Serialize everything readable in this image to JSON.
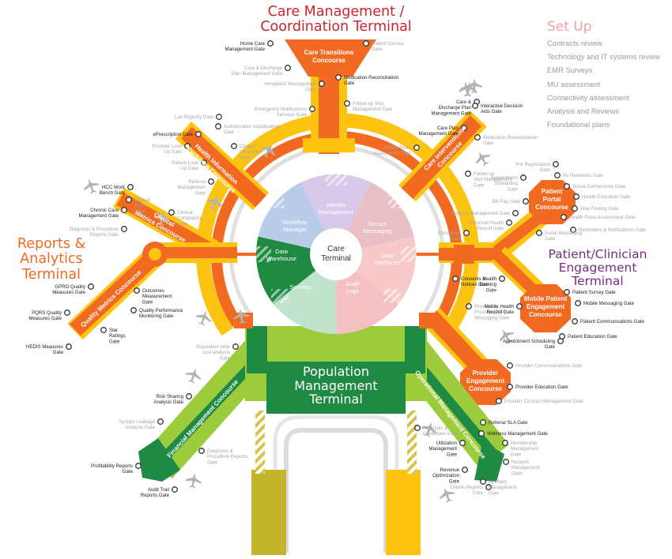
{
  "terminals": {
    "care_management": "Care Management / Coordination Terminal",
    "reports": "Reports & Analytics Terminal",
    "patient": "Patient/Clinician Engagement Terminal",
    "population": "Population Management Terminal",
    "care": "Care Terminal"
  },
  "setup": {
    "title": "Set Up",
    "items": [
      "Contracts review",
      "Technology and IT systems review",
      "EMR Surveys",
      "MU assessment",
      "Connectivity assessment",
      "Analysis and Reviews",
      "Foundational plans"
    ]
  },
  "wheel": [
    "Identity Management",
    "Secure Messaging",
    "Data Interfaces",
    "Audit Logs",
    "Security",
    "Data Warehouse",
    "Workflow Manager"
  ],
  "concourses": {
    "care_transitions": "Care Transitions Concourse",
    "hie": "Health Information Exchange Concourse",
    "clinical_metrics": "Clinical Metrics Concourse",
    "quality_metrics": "Quality Metrics Concourse",
    "care_interventions": "Care Interventions Concourse",
    "patient_portal": "Patient Portal Concourse",
    "mobile_patient": "Mobile Patient Engagement Concourse",
    "provider_engagement": "Provider Engagement Concourse",
    "financial": "Financial Management Concourse",
    "operational": "Operational Management Concourse"
  },
  "gates": [
    {
      "t": "Home Care Management Gate",
      "dark": true
    },
    {
      "t": "Patient Census Gate",
      "dark": false
    },
    {
      "t": "Care & Discharge Plan Management Gate",
      "dark": false
    },
    {
      "t": "Medication Reconciliation Gate",
      "dark": true
    },
    {
      "t": "Hospitalist Management Gate",
      "dark": false
    },
    {
      "t": "Emergency Notifications Services Gate",
      "dark": false
    },
    {
      "t": "Follow up Visit Management Gate",
      "dark": false
    },
    {
      "t": "Lab Registry Gate",
      "dark": false
    },
    {
      "t": "Authorization Adjudication Gate",
      "dark": false
    },
    {
      "t": "ePrescription Gate",
      "dark": true
    },
    {
      "t": "Provider Look Up Gate",
      "dark": false
    },
    {
      "t": "Patient Look Up Gate",
      "dark": false
    },
    {
      "t": "Clinical Integration Gate",
      "dark": false
    },
    {
      "t": "Referral Management Gate",
      "dark": false
    },
    {
      "t": "HCC Work Bench Gate",
      "dark": true
    },
    {
      "t": "Clinical Alerts Gate",
      "dark": false
    },
    {
      "t": "Chronic Care Management Gate",
      "dark": true
    },
    {
      "t": "Diagnosis & Procedure Reports Gate",
      "dark": false
    },
    {
      "t": "Clinical Compliance Gate",
      "dark": false
    },
    {
      "t": "GPRO Quality Measures Gate",
      "dark": true
    },
    {
      "t": "Outcomes Measurement Gate",
      "dark": true
    },
    {
      "t": "PQRS Quality Measures Gate",
      "dark": true
    },
    {
      "t": "Quality Performance Monitoring Gate",
      "dark": true
    },
    {
      "t": "Star Ratings Gate",
      "dark": true
    },
    {
      "t": "HEDIS Measures Gate",
      "dark": true
    },
    {
      "t": "Care & Discharge Plan Management Gate",
      "dark": true
    },
    {
      "t": "Interactive Decision Aids Gate",
      "dark": true
    },
    {
      "t": "Care Plan Management Gate",
      "dark": true
    },
    {
      "t": "Medication Reconciliation Gate",
      "dark": false
    },
    {
      "t": "Health Risks Assessment Gate",
      "dark": false
    },
    {
      "t": "Follow up Visit Management Gate",
      "dark": false
    },
    {
      "t": "Pre Registration Gate",
      "dark": false
    },
    {
      "t": "Rx Renewals Gate",
      "dark": false
    },
    {
      "t": "Appointment Scheduling Gate",
      "dark": false
    },
    {
      "t": "Social Connections Gate",
      "dark": false
    },
    {
      "t": "Health Education Gate",
      "dark": false
    },
    {
      "t": "Bill Pay Gate",
      "dark": false
    },
    {
      "t": "Way Finding Gate",
      "dark": false
    },
    {
      "t": "Account Management Gate",
      "dark": false
    },
    {
      "t": "Health Risks Assessment Gate",
      "dark": false
    },
    {
      "t": "Personal Health Record Gate",
      "dark": false
    },
    {
      "t": "Reminders & Notifications Gate",
      "dark": false
    },
    {
      "t": "Enrollment Gate",
      "dark": false
    },
    {
      "t": "Portal Messaging Gate",
      "dark": false
    },
    {
      "t": "Consents & Notices Gate",
      "dark": true
    },
    {
      "t": "Health Gaming Gate",
      "dark": true
    },
    {
      "t": "Patient Survey Gate",
      "dark": true
    },
    {
      "t": "Mobile Messaging Gate",
      "dark": true
    },
    {
      "t": "Provider to Provider (P2P) Messaging Gate",
      "dark": false
    },
    {
      "t": "Mobile Health Record Gate",
      "dark": true
    },
    {
      "t": "Patient Communications Gate",
      "dark": true
    },
    {
      "t": "Appointment Scheduling Gate",
      "dark": true
    },
    {
      "t": "Patient Education Gate",
      "dark": true
    },
    {
      "t": "Provider Communications Gate",
      "dark": false
    },
    {
      "t": "Provider Education Gate",
      "dark": true
    },
    {
      "t": "Provider Contract Management Gate",
      "dark": false
    },
    {
      "t": "Population wide cost analysis Gate",
      "dark": false
    },
    {
      "t": "Risk Sharing Analysis Gate",
      "dark": true
    },
    {
      "t": "System Leakage Analysis Gate",
      "dark": false
    },
    {
      "t": "Diagnosis & Procedure Reports Gate",
      "dark": false
    },
    {
      "t": "Profitability Reports Gate",
      "dark": true
    },
    {
      "t": "Audit Trail Reports Gate",
      "dark": true
    },
    {
      "t": "Referral SLA Gate",
      "dark": true
    },
    {
      "t": "Wellness Management Gate",
      "dark": true
    },
    {
      "t": "Protocols & Guidelines Gate",
      "dark": false
    },
    {
      "t": "Utilization Management Gate",
      "dark": true
    },
    {
      "t": "Membership Management Gate",
      "dark": false
    },
    {
      "t": "Network Management Gate",
      "dark": false
    },
    {
      "t": "Revenue Optimization Gate",
      "dark": true
    },
    {
      "t": "Claims Reports Gate",
      "dark": false
    },
    {
      "t": "Ancillary Management Gate",
      "dark": false
    }
  ],
  "colors": {
    "orange": "#f26a22",
    "yellow": "#fdc311",
    "green_light": "#9ccc3c",
    "green_dark": "#1f8a43",
    "olive": "#c3b52c",
    "care_mgmt_title": "#c8262c",
    "reports_title": "#f26a22",
    "patient_title": "#7a2a86",
    "setup": "#f2a0a0"
  }
}
